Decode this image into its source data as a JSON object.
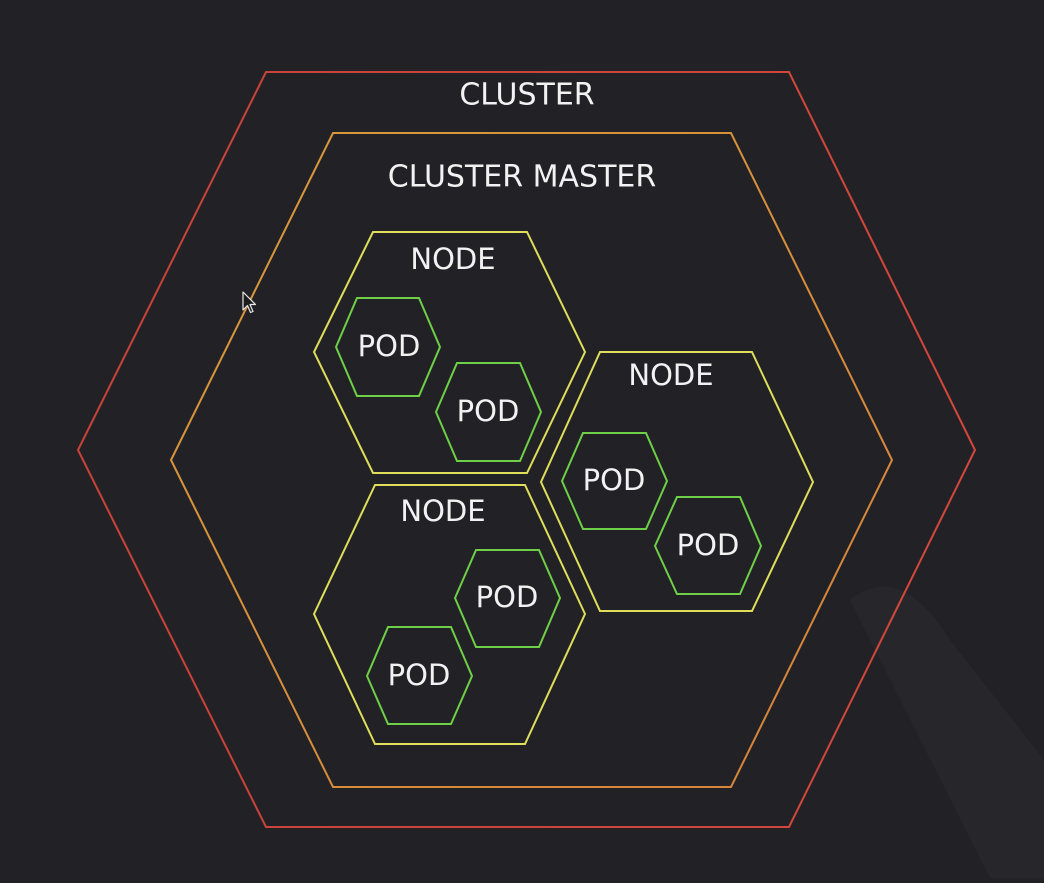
{
  "colors": {
    "background": "#222226",
    "cluster_stroke": "#c9473a",
    "master_stroke": "#d98a3a",
    "node_stroke": "#dede5a",
    "pod_stroke": "#6fcf47",
    "text": "#f2f2f2"
  },
  "cluster": {
    "label": "CLUSTER"
  },
  "cluster_master": {
    "label": "CLUSTER MASTER"
  },
  "nodes": [
    {
      "label": "NODE",
      "pods": [
        {
          "label": "POD"
        },
        {
          "label": "POD"
        }
      ]
    },
    {
      "label": "NODE",
      "pods": [
        {
          "label": "POD"
        },
        {
          "label": "POD"
        }
      ]
    },
    {
      "label": "NODE",
      "pods": [
        {
          "label": "POD"
        },
        {
          "label": "POD"
        }
      ]
    }
  ],
  "icons": {
    "cursor": "mouse-pointer-icon"
  }
}
